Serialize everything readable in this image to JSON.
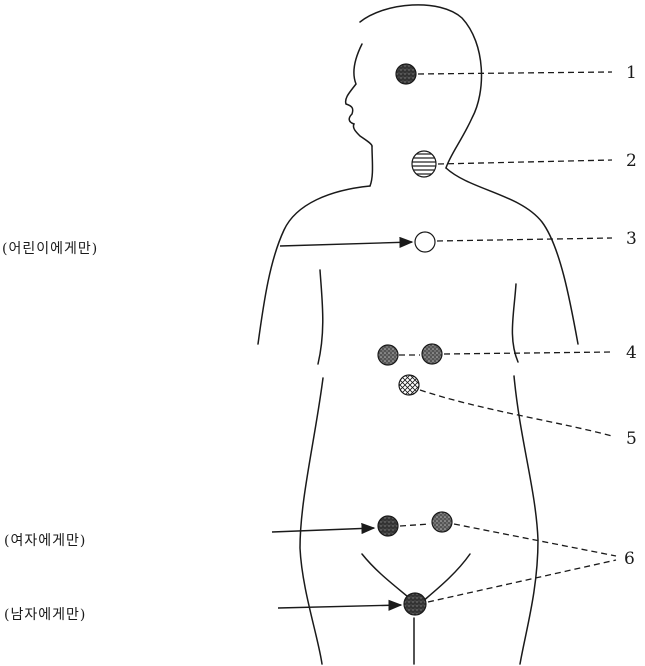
{
  "numbers": {
    "n1": "1",
    "n2": "2",
    "n3": "3",
    "n4": "4",
    "n5": "5",
    "n6": "6"
  },
  "labels": {
    "children_only": "(어린이에게만)",
    "women_only": "(여자에게만)",
    "men_only": "(남자에게만)"
  },
  "colors": {
    "ink": "#1a1a1a",
    "paper": "#ffffff"
  }
}
